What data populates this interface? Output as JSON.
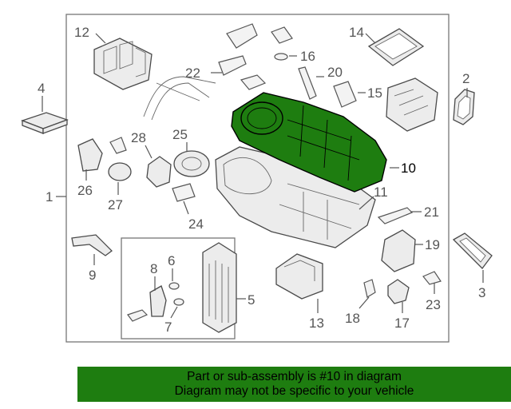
{
  "diagram": {
    "highlight_color": "#1e7d10",
    "callouts": [
      "1",
      "2",
      "3",
      "4",
      "5",
      "6",
      "7",
      "8",
      "9",
      "10",
      "11",
      "12",
      "13",
      "14",
      "15",
      "16",
      "17",
      "18",
      "19",
      "20",
      "21",
      "22",
      "23",
      "24",
      "25",
      "26",
      "27",
      "28"
    ]
  },
  "banner": {
    "line1": "Part or sub-assembly is #10 in diagram",
    "line2": "Diagram may not be specific to your vehicle"
  }
}
